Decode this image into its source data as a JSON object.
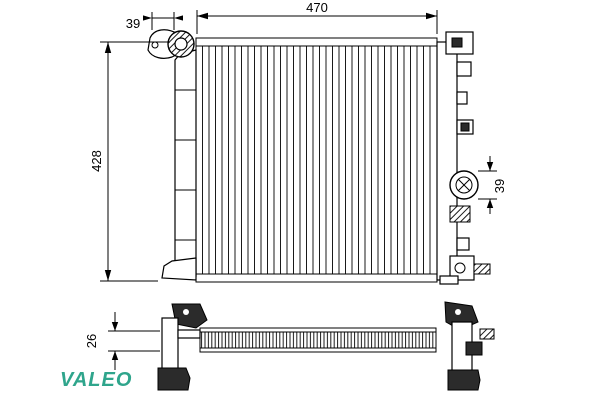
{
  "diagram": {
    "dimensions": {
      "core_width": "470",
      "core_height": "428",
      "inlet_offset": "39",
      "filler_neck": "39",
      "core_depth": "26"
    },
    "logo": {
      "text": "VALEO",
      "color": "#2fa58c"
    }
  }
}
